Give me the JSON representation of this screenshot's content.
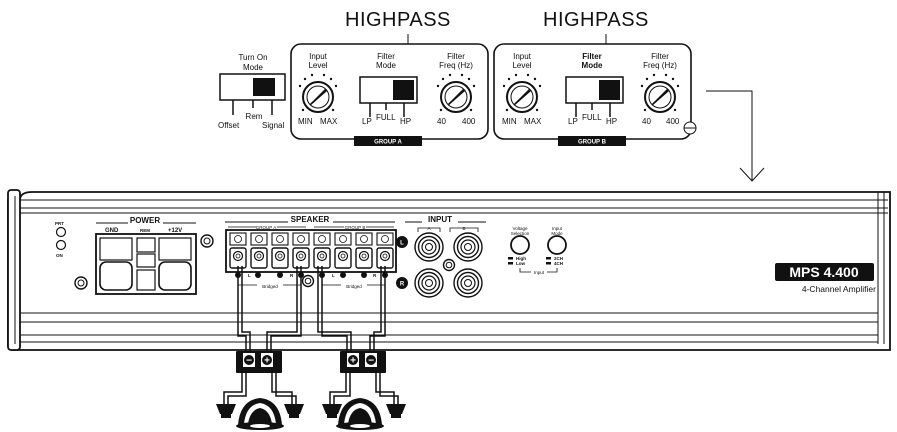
{
  "labels": {
    "highpass_a": "HIGHPASS",
    "highpass_b": "HIGHPASS",
    "turn_on_mode_1": "Turn On",
    "turn_on_mode_2": "Mode",
    "rem": "Rem",
    "offset": "Offset",
    "signal": "Signal"
  },
  "group_a": {
    "title": "GROUP A",
    "input_level_1": "Input",
    "input_level_2": "Level",
    "filter_mode_1": "Filter",
    "filter_mode_2": "Mode",
    "filter_freq_1": "Filter",
    "filter_freq_2": "Freq (Hz)",
    "min": "MIN",
    "max": "MAX",
    "lp": "LP",
    "full": "FULL",
    "hp": "HP",
    "f40": "40",
    "f400": "400"
  },
  "group_b": {
    "title": "GROUP B",
    "input_level_1": "Input",
    "input_level_2": "Level",
    "filter_mode_1": "Filter",
    "filter_mode_2": "Mode",
    "filter_freq_1": "Filter",
    "filter_freq_2": "Freq (Hz)",
    "min": "MIN",
    "max": "MAX",
    "lp": "LP",
    "full": "FULL",
    "hp": "HP",
    "f40": "40",
    "f400": "400"
  },
  "amp": {
    "prt": "PRT",
    "on": "ON",
    "power": "POWER",
    "gnd": "GND",
    "rem": "REM",
    "plus12v": "+12V",
    "speaker": "SPEAKER",
    "speaker_group_a": "GROUP A",
    "speaker_group_b": "GROUP B",
    "input": "INPUT",
    "input_a": "A",
    "input_b": "B",
    "l": "L",
    "r": "R",
    "bridged_a": "Bridged",
    "bridged_b": "Bridged",
    "voltage_selection_1": "Voltage",
    "voltage_selection_2": "Selection",
    "input_mode_1": "Input",
    "input_mode_2": "Mode",
    "high": "High",
    "low": "Low",
    "ch2": "2CH",
    "ch4": "4CH",
    "input_group": "Input",
    "model": "MPS 4.400",
    "subtitle": "4-Channel Amplifier"
  },
  "speaker_terms": {
    "left_minus": "−",
    "left_plus": "+",
    "right_plus": "+",
    "right_minus": "−"
  }
}
